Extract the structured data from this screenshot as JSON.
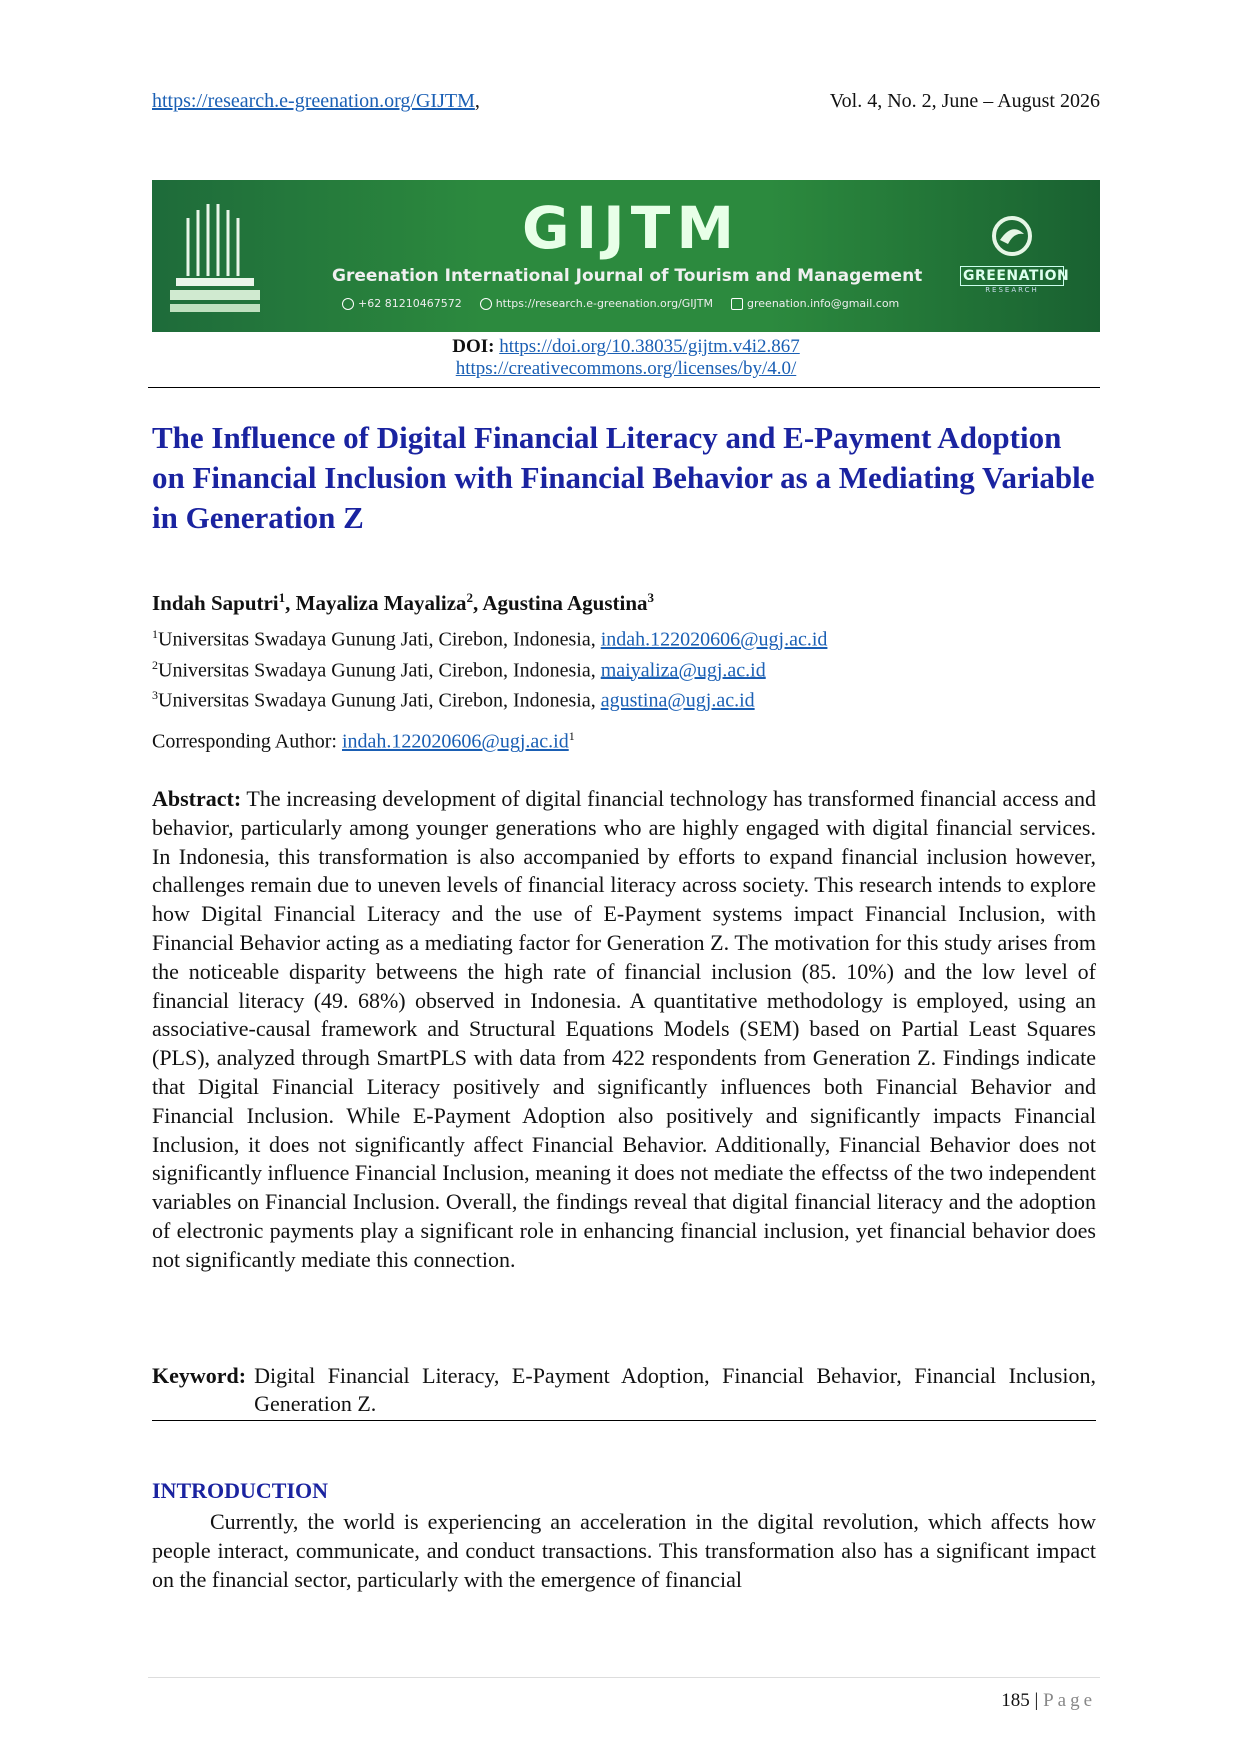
{
  "header": {
    "url": "https://research.e-greenation.org/GIJTM",
    "url_suffix": ",",
    "volume": "Vol. 4, No. 2, June – August 2026"
  },
  "banner": {
    "journal_abbr": "GIJTM",
    "journal_name": "Greenation International Journal of Tourism and Management",
    "phone": "+62 81210467572",
    "website": "https://research.e-greenation.org/GIJTM",
    "email": "greenation.info@gmail.com",
    "logo_word": "GREENATION",
    "logo_sub": "RESEARCH",
    "colors": {
      "banner": "#2c8a3e",
      "title_blue": "#1a23a0",
      "link": "#1a5fb4"
    }
  },
  "doi": {
    "label": "DOI:",
    "link": "https://doi.org/10.38035/gijtm.v4i2.867",
    "license": "https://creativecommons.org/licenses/by/4.0/"
  },
  "title": "The Influence of Digital Financial Literacy and E-Payment Adoption on Financial Inclusion with Financial Behavior as a Mediating Variable in Generation Z",
  "authors": [
    {
      "name": "Indah Saputri",
      "sup": "1",
      "sep": ", "
    },
    {
      "name": "Mayaliza Mayaliza",
      "sup": "2",
      "sep": ", "
    },
    {
      "name": "Agustina Agustina",
      "sup": "3",
      "sep": ""
    }
  ],
  "affiliations": [
    {
      "sup": "1",
      "text": "Universitas Swadaya Gunung Jati, Cirebon, Indonesia, ",
      "email": "indah.122020606@ugj.ac.id"
    },
    {
      "sup": "2",
      "text": "Universitas Swadaya Gunung Jati, Cirebon, Indonesia, ",
      "email": "maiyaliza@ugj.ac.id"
    },
    {
      "sup": "3",
      "text": "Universitas Swadaya Gunung Jati, Cirebon, Indonesia, ",
      "email": "agustina@ugj.ac.id"
    }
  ],
  "corresponding": {
    "label": "Corresponding Author: ",
    "email": "indah.122020606@ugj.ac.id",
    "sup": "1"
  },
  "abstract": {
    "label": "Abstract:",
    "text": " The increasing development of digital financial technology has transformed financial access and behavior, particularly among younger generations who are highly engaged with digital financial services. In Indonesia, this transformation is also accompanied by efforts to expand financial inclusion  however, challenges remain due to uneven levels of financial literacy across society. This research intends to explore how Digital Financial Literacy and the use of E-Payment systems impact Financial Inclusion, with Financial Behavior acting as a mediating factor for Generation Z. The motivation for this study arises from the noticeable disparity betweens the high rate of financial inclusion (85. 10%) and the low level of financial literacy (49. 68%) observed in Indonesia. A quantitative methodology is employed, using an associative-causal framework and Structural Equations Models (SEM) based on Partial Least Squares (PLS), analyzed through SmartPLS with data from 422 respondents from Generation Z. Findings indicate that Digital Financial Literacy positively and significantly influences both Financial Behavior and Financial Inclusion. While E-Payment Adoption also positively and significantly impacts Financial Inclusion, it does not significantly affect Financial Behavior. Additionally, Financial Behavior does not significantly influence Financial Inclusion, meaning it does not mediate the effectss of the two independent variables on Financial Inclusion. Overall, the findings reveal that digital financial literacy and the adoption of electronic payments play a significant role in enhancing financial inclusion, yet financial behavior does not significantly mediate this connection."
  },
  "keyword": {
    "label": "Keyword:",
    "text": "Digital Financial Literacy, E-Payment Adoption, Financial Behavior, Financial Inclusion, Generation Z."
  },
  "introduction": {
    "heading": "INTRODUCTION",
    "text": "Currently, the world is experiencing an acceleration in the digital revolution, which affects how people interact, communicate, and conduct transactions. This transformation also has a significant impact on the financial sector, particularly with the emergence of financial"
  },
  "footer": {
    "page_number": "185",
    "separator": " | ",
    "page_word": "Page"
  }
}
